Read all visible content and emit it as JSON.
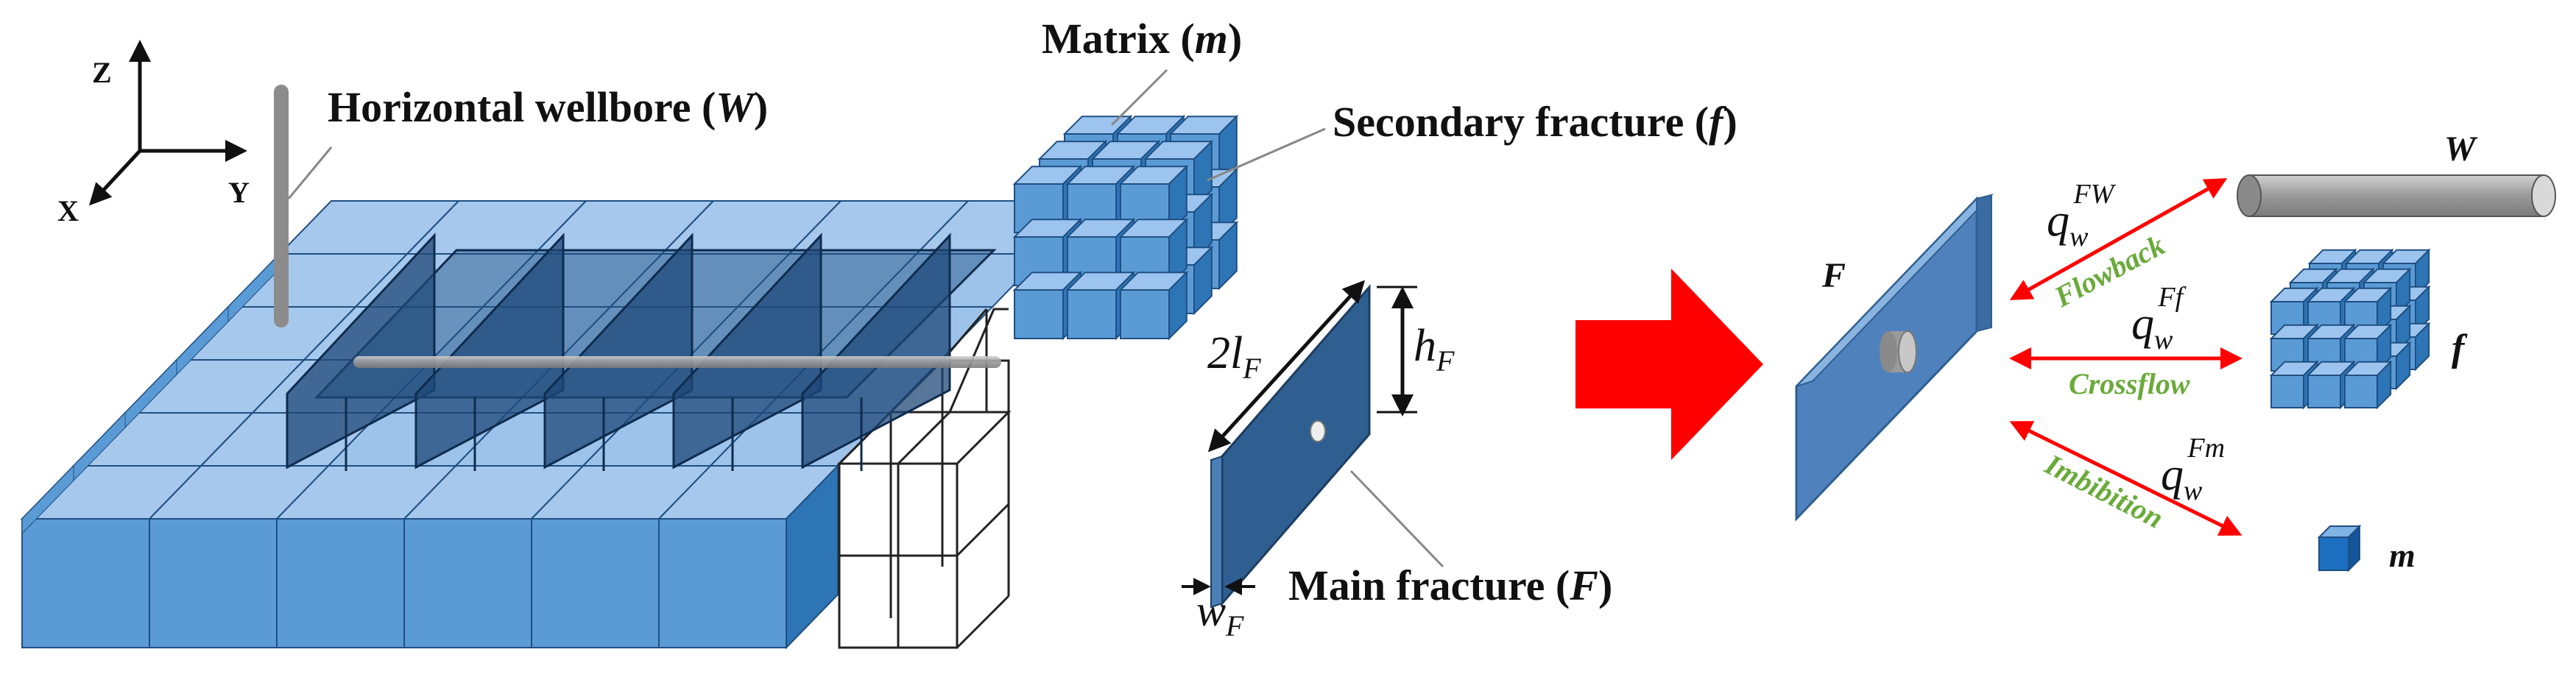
{
  "axes": {
    "z": "Z",
    "y": "Y",
    "x": "X"
  },
  "labels": {
    "matrix": {
      "text": "Matrix (",
      "sym": "m",
      "close": ")"
    },
    "wellbore": {
      "text": "Horizontal wellbore (",
      "sym": "W",
      "close": ")"
    },
    "secondary": {
      "text": "Secondary fracture (",
      "sym": "f",
      "close": ")"
    },
    "main": {
      "text": "Main fracture (",
      "sym": "F",
      "close": ")"
    }
  },
  "dimensions": {
    "length": {
      "base": "2l",
      "sub": "F"
    },
    "height": {
      "base": "h",
      "sub": "F"
    },
    "width": {
      "base": "w",
      "sub": "F"
    }
  },
  "right": {
    "F_label": "F",
    "W_label": "W",
    "f_label": "f",
    "m_label": "m",
    "flows": [
      {
        "q": "q",
        "sub": "w",
        "sup": "FW",
        "process": "Flowback"
      },
      {
        "q": "q",
        "sub": "w",
        "sup": "Ff",
        "process": "Crossflow"
      },
      {
        "q": "q",
        "sub": "w",
        "sup": "Fm",
        "process": "Imbibition"
      }
    ]
  },
  "colors": {
    "block_top": "#a6c8ec",
    "block_front": "#5b9bd5",
    "block_side": "#2e75b6",
    "fracture": "#2f5f91",
    "arrow": "#ff0000",
    "process_text": "#6aaa3a"
  }
}
